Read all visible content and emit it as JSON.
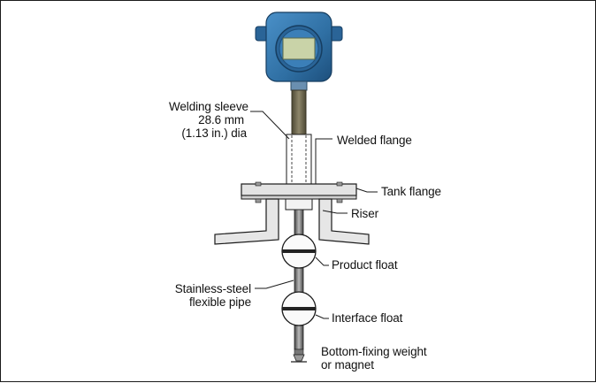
{
  "labels": {
    "welding_sleeve": [
      "Welding sleeve",
      "28.6 mm",
      "(1.13 in.) dia"
    ],
    "welded_flange": "Welded flange",
    "tank_flange": "Tank flange",
    "riser": "Riser",
    "product_float": "Product float",
    "stainless_pipe": [
      "Stainless-steel",
      "flexible pipe"
    ],
    "interface_float": "Interface float",
    "bottom_weight": [
      "Bottom-fixing weight",
      "or magnet"
    ]
  },
  "colors": {
    "housing": "#2f6fa3",
    "housing_dark": "#1d4f7c",
    "display": "#c9d3a8",
    "stem": "#7a7358",
    "flange": "#e3e3e3",
    "line": "#1a1a1a"
  }
}
